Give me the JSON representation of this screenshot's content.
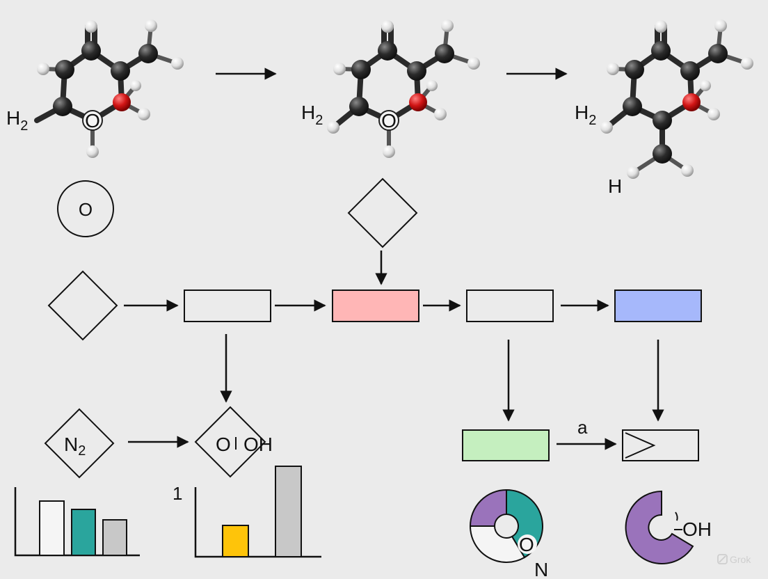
{
  "labels": {
    "mol1_h2": "H",
    "mol1_h2_sub": "2",
    "mol1_o": "O",
    "mol2_h2": "H",
    "mol2_h2_sub": "2",
    "mol2_o": "O",
    "mol3_h2": "H",
    "mol3_h2_sub": "2",
    "mol3_h": "H",
    "circle_o": "O",
    "n2": "N",
    "n2_sub": "2",
    "o_oh_o": "O",
    "o_oh_oh": "OH",
    "arrow_a": "a",
    "bar_tick_1": "1",
    "ring_o": "O",
    "ring_n": "N",
    "ring2_oh": "OH",
    "watermark": "Grok"
  },
  "colors": {
    "pink_box": "#ffb6b6",
    "blue_box": "#a6b8fb",
    "green_box": "#c5efbf",
    "teal": "#2aa59d",
    "purple": "#9a73bb",
    "yellow": "#fec40a",
    "gray_bar": "#c8c8c8",
    "atom_red": "#d11515",
    "atom_carbon": "#2b2b2b",
    "atom_h": "#e9e9e9"
  },
  "icons": [
    "arrow-right-icon",
    "arrow-down-icon",
    "play-triangle-icon",
    "grok-logo-icon"
  ]
}
